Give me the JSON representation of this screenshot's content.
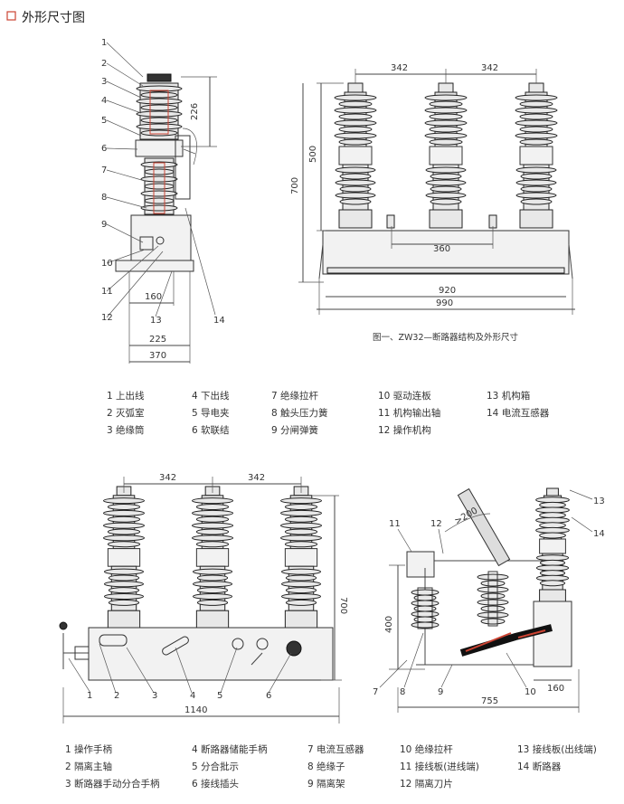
{
  "header": {
    "title": "外形尺寸图"
  },
  "figure1": {
    "caption": "图一、ZW32—断路器结构及外形尺寸",
    "left_dims": {
      "d226": "226",
      "d160": "160",
      "d225": "225",
      "d370": "370"
    },
    "right_dims": {
      "d342a": "342",
      "d342b": "342",
      "d500": "500",
      "d700": "700",
      "d360": "360",
      "d920": "920",
      "d990": "990"
    },
    "callouts": [
      "1",
      "2",
      "3",
      "4",
      "5",
      "6",
      "7",
      "8",
      "9",
      "10",
      "11",
      "12",
      "13",
      "14"
    ]
  },
  "legend1": [
    [
      "1 上出线",
      "4 下出线",
      "7 绝缘拉杆",
      "10 驱动连板",
      "13 机构箱"
    ],
    [
      "2 灭弧室",
      "5 导电夹",
      "8 触头压力簧",
      "11 机构输出轴",
      "14 电流互感器"
    ],
    [
      "3 绝缘筒",
      "6 软联结",
      "9 分闸弹簧",
      "12 操作机构",
      ""
    ]
  ],
  "figure2": {
    "dims": {
      "d342a": "342",
      "d342b": "342",
      "d700": "700",
      "d1140": "1140"
    },
    "callouts": [
      "1",
      "2",
      "3",
      "4",
      "5",
      "6"
    ]
  },
  "figure3": {
    "dims": {
      "d200": ">200",
      "d400": "400",
      "d160": "160",
      "d755": "755"
    },
    "callouts": [
      "7",
      "8",
      "9",
      "10",
      "11",
      "12",
      "13",
      "14"
    ]
  },
  "legend2": [
    [
      "1 操作手柄",
      "4 断路器储能手柄",
      "7 电流互感器",
      "10 绝缘拉杆",
      "13 接线板(出线端)"
    ],
    [
      "2 隔离主轴",
      "5 分合批示",
      "8 绝缘子",
      "11 接线板(进线端)",
      "14 断路器"
    ],
    [
      "3 断路器手动分合手柄",
      "6 接线插头",
      "9 隔离架",
      "12 隔离刀片",
      ""
    ]
  ],
  "colors": {
    "accent": "#c43333",
    "line": "#444444",
    "porcelain": "#e8e8e8"
  }
}
